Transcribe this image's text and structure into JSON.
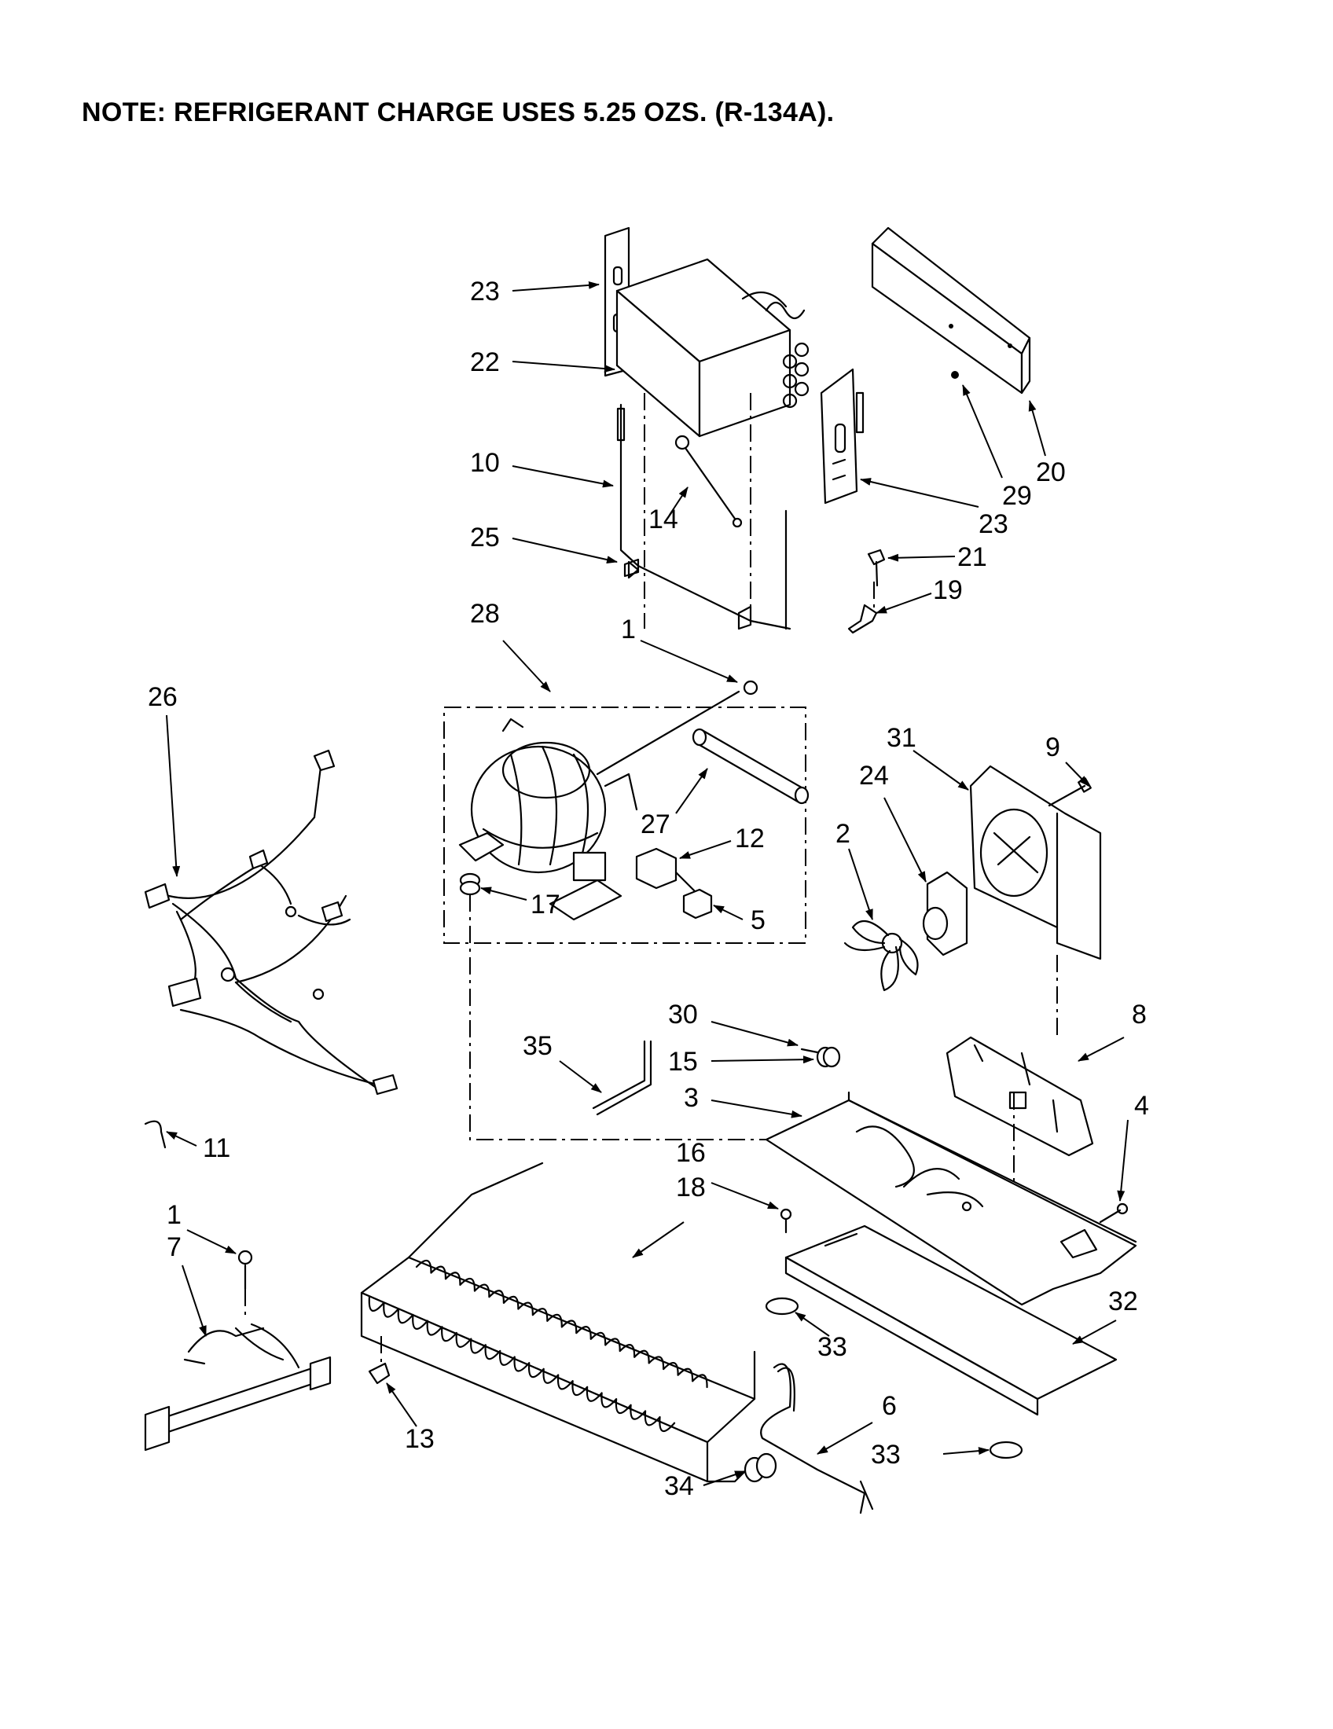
{
  "note": "NOTE: REFRIGERANT CHARGE USES 5.25 OZS. (R-134A).",
  "callouts": {
    "c23a": "23",
    "c22": "22",
    "c10": "10",
    "c25": "25",
    "c14": "14",
    "c20": "20",
    "c29": "29",
    "c23b": "23",
    "c21": "21",
    "c19": "19",
    "c28": "28",
    "c1a": "1",
    "c26": "26",
    "c27": "27",
    "c12": "12",
    "c17": "17",
    "c5": "5",
    "c31": "31",
    "c9": "9",
    "c24": "24",
    "c2": "2",
    "c8": "8",
    "c30": "30",
    "c15": "15",
    "c35": "35",
    "c3": "3",
    "c4": "4",
    "c11": "11",
    "c16": "16",
    "c18": "18",
    "c1b": "1",
    "c7": "7",
    "c33a": "33",
    "c32": "32",
    "c13": "13",
    "c6": "6",
    "c33b": "33",
    "c34": "34"
  }
}
